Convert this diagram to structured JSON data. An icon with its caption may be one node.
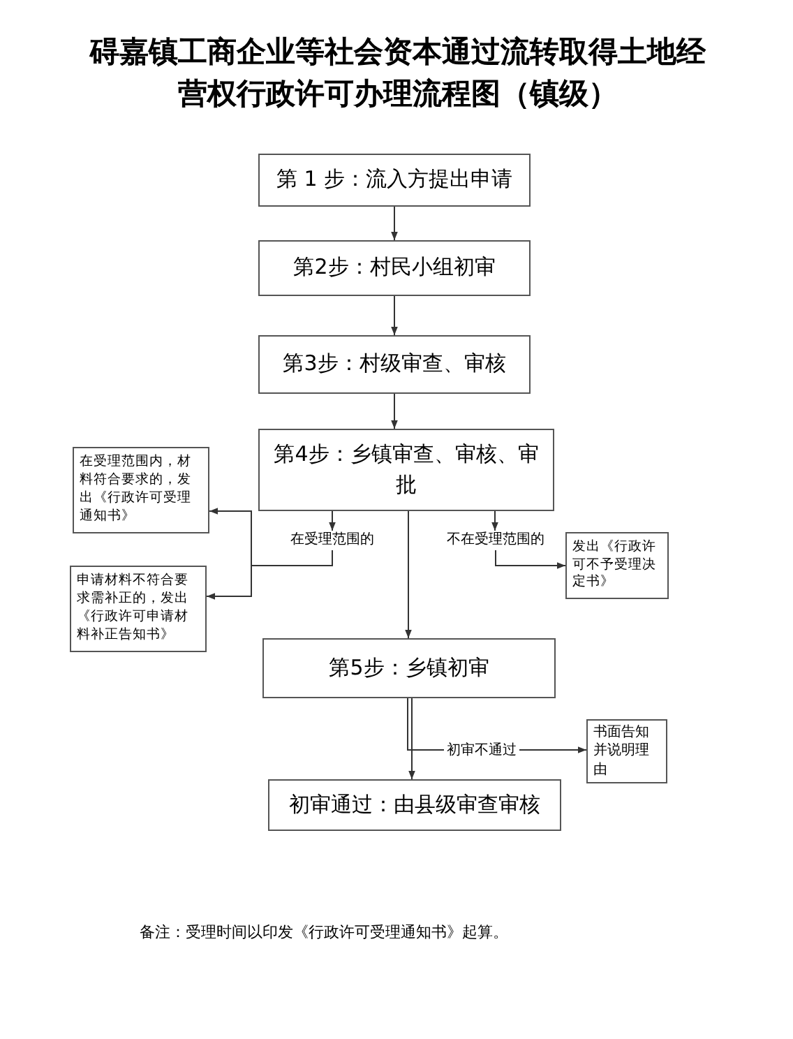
{
  "diagram": {
    "title": "碍嘉镇工商企业等社会资本通过流转取得土地经营权行政许可办理流程图（镇级）",
    "nodes": [
      {
        "text": [
          "第 1 步：流入方提出申请"
        ]
      },
      {
        "text": [
          "第2步：村民小组初审"
        ]
      },
      {
        "text": [
          "第3步：村级审查、审核"
        ]
      },
      {
        "text": [
          "第4步：乡镇审查、审核、审批"
        ]
      },
      {
        "text": [
          "在受理范围内，材料符合要求的，发出《行政许可受理通知书》"
        ]
      },
      {
        "text": [
          "申请材料不符合要求需补正的，发出《行政许可申请材料补正告知书》"
        ]
      },
      {
        "text": [
          "发出《行政许可不予受理决定书》"
        ]
      },
      {
        "text": [
          "第5步：乡镇初审"
        ]
      },
      {
        "text": [
          "书面告知并说明理由"
        ]
      },
      {
        "text": [
          "初审通过：由县级审查审核"
        ]
      },
      {
        "text": [
          "在受理范围的"
        ]
      },
      {
        "text": [
          "不在受理范围的"
        ]
      }
    ],
    "edges": [
      {
        "from": 0,
        "to": 1,
        "arrow": "to"
      },
      {
        "from": 1,
        "to": 2,
        "arrow": "to"
      },
      {
        "from": 2,
        "to": 3,
        "arrow": "to"
      },
      {
        "from": 3,
        "to": 10,
        "arrow": "to"
      },
      {
        "from": 3,
        "to": 11,
        "arrow": "to"
      },
      {
        "from": 10,
        "to": 4,
        "arrow": "to"
      },
      {
        "from": 10,
        "to": 5,
        "arrow": "to"
      },
      {
        "from": 11,
        "to": 6,
        "arrow": "to"
      },
      {
        "from": 3,
        "to": 7,
        "arrow": "to"
      },
      {
        "from": 7,
        "to": 8,
        "label": "初审不通过",
        "arrow": "to"
      },
      {
        "from": 7,
        "to": 9,
        "arrow": "to"
      }
    ],
    "labels": [
      "备注：受理时间以印发《行政许可受理通知书》起算。"
    ]
  }
}
